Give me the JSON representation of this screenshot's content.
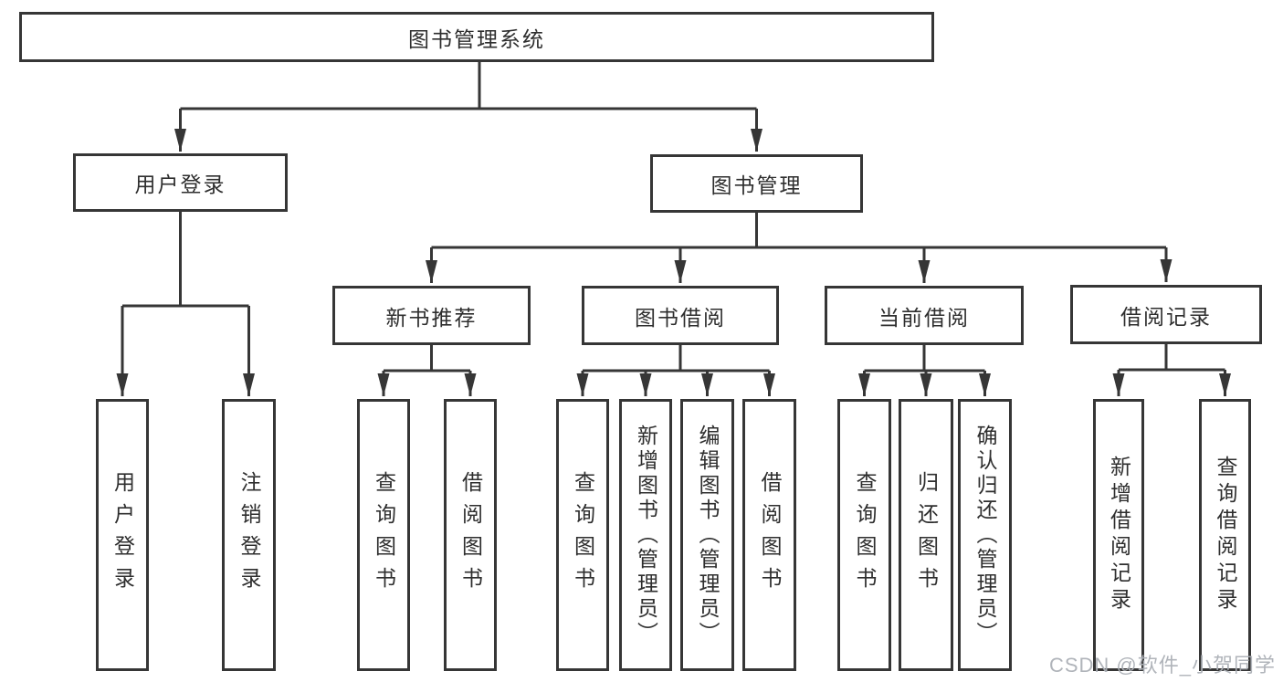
{
  "tree": {
    "root": {
      "label": "图书管理系统"
    },
    "level2": [
      {
        "label": "用户登录",
        "children": [
          "用户登录",
          "注销登录"
        ]
      },
      {
        "label": "图书管理"
      }
    ],
    "level3": [
      {
        "label": "新书推荐",
        "children": [
          "查询图书",
          "借阅图书"
        ]
      },
      {
        "label": "图书借阅",
        "children": [
          "查询图书",
          "新增图书（管理员）",
          "编辑图书（管理员）",
          "借阅图书"
        ]
      },
      {
        "label": "当前借阅",
        "children": [
          "查询图书",
          "归还图书",
          "确认归还（管理员）"
        ]
      },
      {
        "label": "借阅记录",
        "children": [
          "新增借阅记录",
          "查询借阅记录"
        ]
      }
    ]
  },
  "watermark": "CSDN @软件_小贺同学",
  "colors": {
    "line": "#363636",
    "text": "#2e2e2e",
    "box_bg": "#ffffff",
    "watermark": "#acb0b6"
  }
}
